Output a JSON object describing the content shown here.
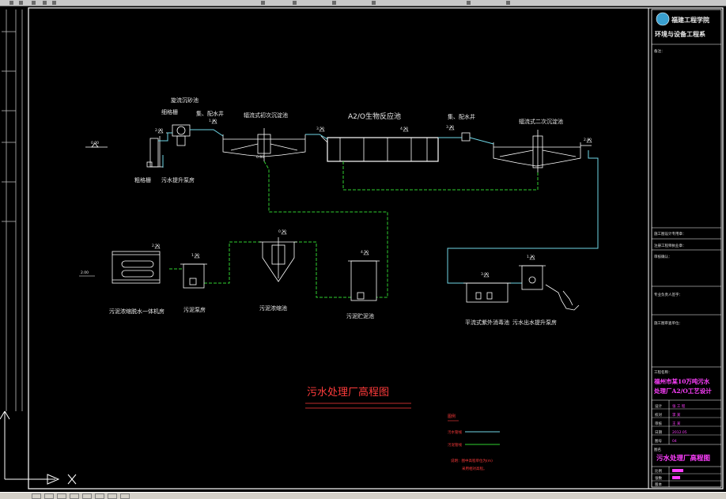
{
  "drawing": {
    "main_title": "污水处理厂高程图",
    "process_labels": {
      "a2o": "A2/O生物反应池",
      "grit": "旋流沉砂池",
      "screen": "细格栅",
      "coarse_screen": "粗格栅",
      "lift_pump": "污水提升泵房",
      "mix_well1": "集、配水井",
      "primary_clar": "辐流式初次沉淀池",
      "mix_well2": "集、配水井",
      "secondary_clar": "辐流式二次沉淀池",
      "belt_press": "污泥浓缩脱水一体机房",
      "sludge_pump": "污泥泵房",
      "thickener": "污泥浓缩池",
      "digester": "污泥贮泥池",
      "disinfect": "平流式紫外消毒池",
      "outfall_pump": "污水出水提升泵房"
    },
    "levels": [
      "0.00",
      "2.00",
      "1.80",
      "3.50",
      "4.50",
      "3.20",
      "2.80",
      "2.50",
      "1.50",
      "0.50",
      "4.50",
      "3.00",
      "1.20",
      "2.00",
      "0.80"
    ],
    "legend": {
      "title": "图例",
      "sewage": "污水管线",
      "sludge": "污泥管线",
      "note1": "说明：图中高程单位为(m)",
      "note2": "采用相对高程。"
    }
  },
  "title_block": {
    "school": "福建工程学院",
    "dept": "环境与设备工程系",
    "remark_label": "备注：",
    "rows": [
      "施工图设计专用章：",
      "注册工程师执业章：",
      "审核确认：",
      "专业负责人签字：",
      "施工图审查单位："
    ],
    "project_label": "工程名称：",
    "project_name_1": "福州市某10万吨污水",
    "project_name_2": "处理厂A2/O工艺设计",
    "info_rows": [
      {
        "k": "设计",
        "v": "张 工 程"
      },
      {
        "k": "校对",
        "v": "李 某"
      },
      {
        "k": "审核",
        "v": "王 某"
      },
      {
        "k": "日期",
        "v": "2012.05"
      },
      {
        "k": "图号",
        "v": "04"
      }
    ],
    "drawing_label": "图名",
    "drawing_name": "污水处理厂高程图",
    "bottom_rows": [
      "比例",
      "张数",
      "版本"
    ]
  },
  "colors": {
    "sewage_line": "#6fd6e6",
    "sludge_line": "#31d131",
    "structure": "#ffffff",
    "title_red": "#ff3b3b",
    "magenta": "#ff3fff"
  }
}
